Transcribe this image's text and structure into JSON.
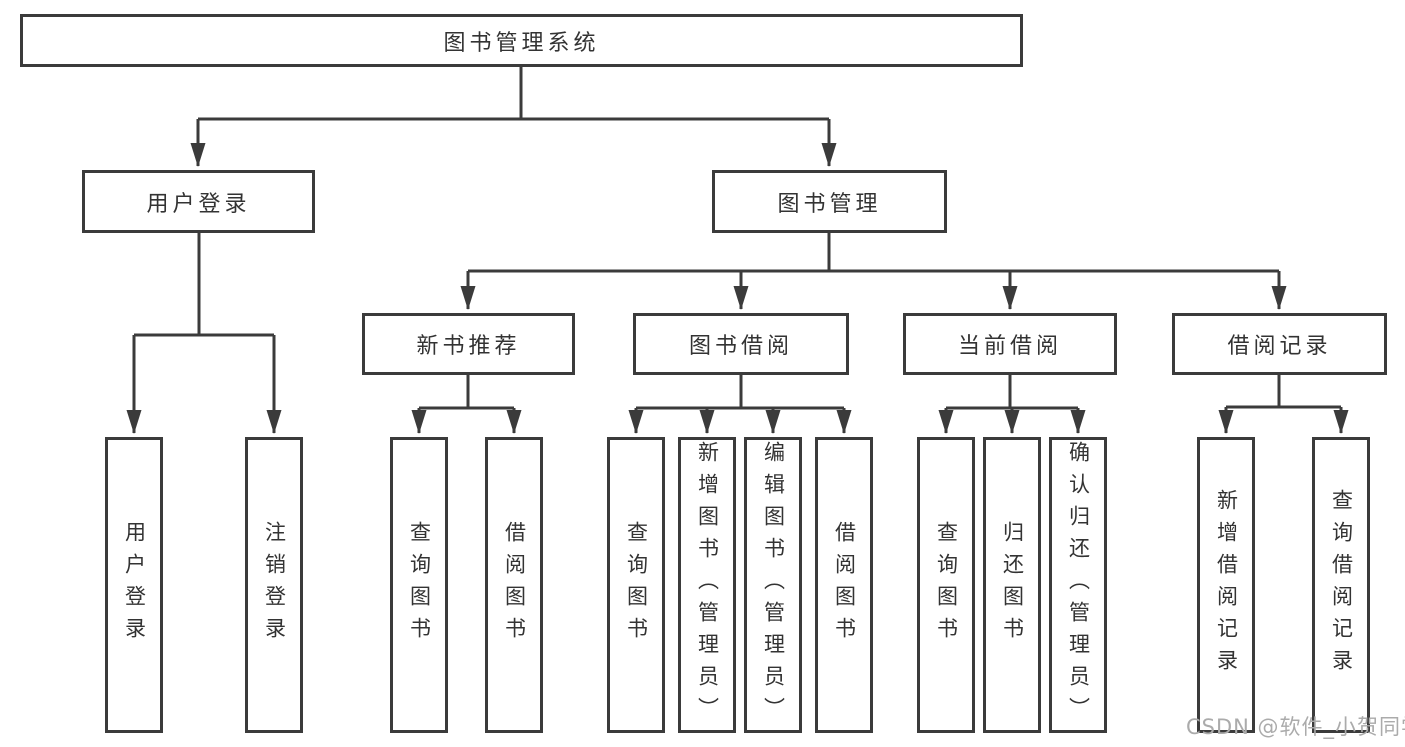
{
  "diagram": {
    "root": {
      "label": "图书管理系统"
    },
    "level2": {
      "user_login": "用户登录",
      "book_management": "图书管理"
    },
    "level3": {
      "new_book_recommend": "新书推荐",
      "book_borrow": "图书借阅",
      "current_borrow": "当前借阅",
      "borrow_records": "借阅记录"
    },
    "leaves": {
      "user_login": [
        "用户登录",
        "注销登录"
      ],
      "new_book_recommend": [
        "查询图书",
        "借阅图书"
      ],
      "book_borrow": [
        "查询图书",
        "新增图书（管理员）",
        "编辑图书（管理员）",
        "借阅图书"
      ],
      "current_borrow": [
        "查询图书",
        "归还图书",
        "确认归还（管理员）"
      ],
      "borrow_records": [
        "新增借阅记录",
        "查询借阅记录"
      ]
    },
    "watermark": "CSDN @软件_小贺同学",
    "colors": {
      "line": "#3b3b3b",
      "box_border": "#3b3b3b",
      "text": "#333333",
      "watermark": "#ababab",
      "background": "#ffffff"
    }
  }
}
